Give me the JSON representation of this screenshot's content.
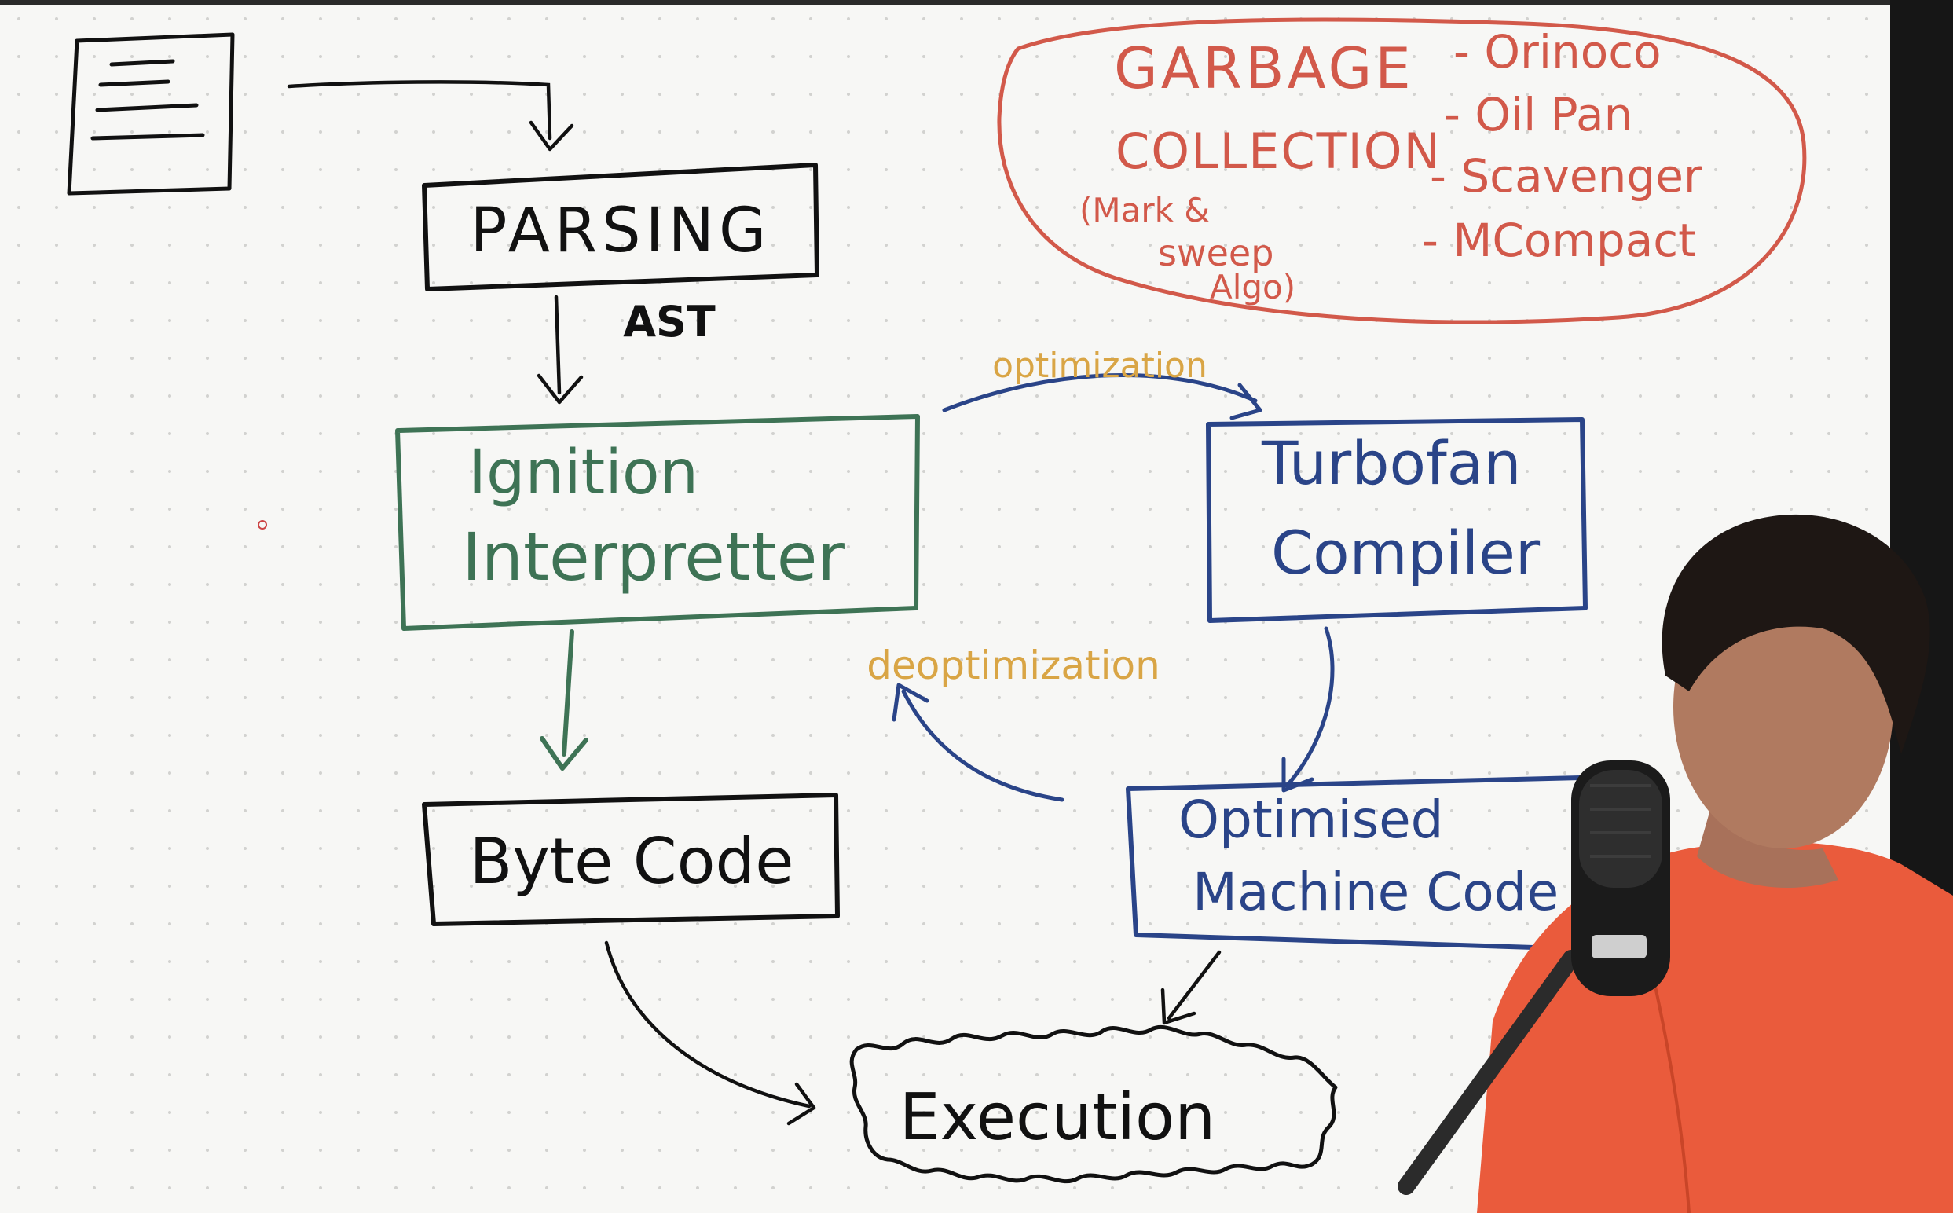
{
  "source_file": {
    "icon": "document-icon"
  },
  "parsing": {
    "label": "PARSING",
    "output_label": "AST"
  },
  "ignition": {
    "line1": "Ignition",
    "line2": "Interpretter",
    "color": "#3e7355"
  },
  "turbofan": {
    "line1": "Turbofan",
    "line2": "Compiler",
    "color": "#2a4488"
  },
  "bytecode": {
    "label": "Byte Code"
  },
  "optimised": {
    "line1": "Optimised",
    "line2": "Machine Code",
    "color": "#2a4488"
  },
  "execution": {
    "label": "Execution"
  },
  "arrows": {
    "optimization_label": "optimization",
    "deoptimization_label": "deoptimization",
    "label_color": "#d9a545"
  },
  "garbage_collection": {
    "title_line1": "GARBAGE",
    "title_line2": "COLLECTION",
    "note_line1": "(Mark &",
    "note_line2": "sweep",
    "note_line3": "Algo)",
    "items": [
      "- Orinoco",
      "- Oil Pan",
      "- Scavenger",
      "- MCompact"
    ],
    "color": "#d2594a"
  },
  "colors": {
    "ink": "#111111",
    "background": "#f7f7f5",
    "dot": "#cfcfcc"
  }
}
